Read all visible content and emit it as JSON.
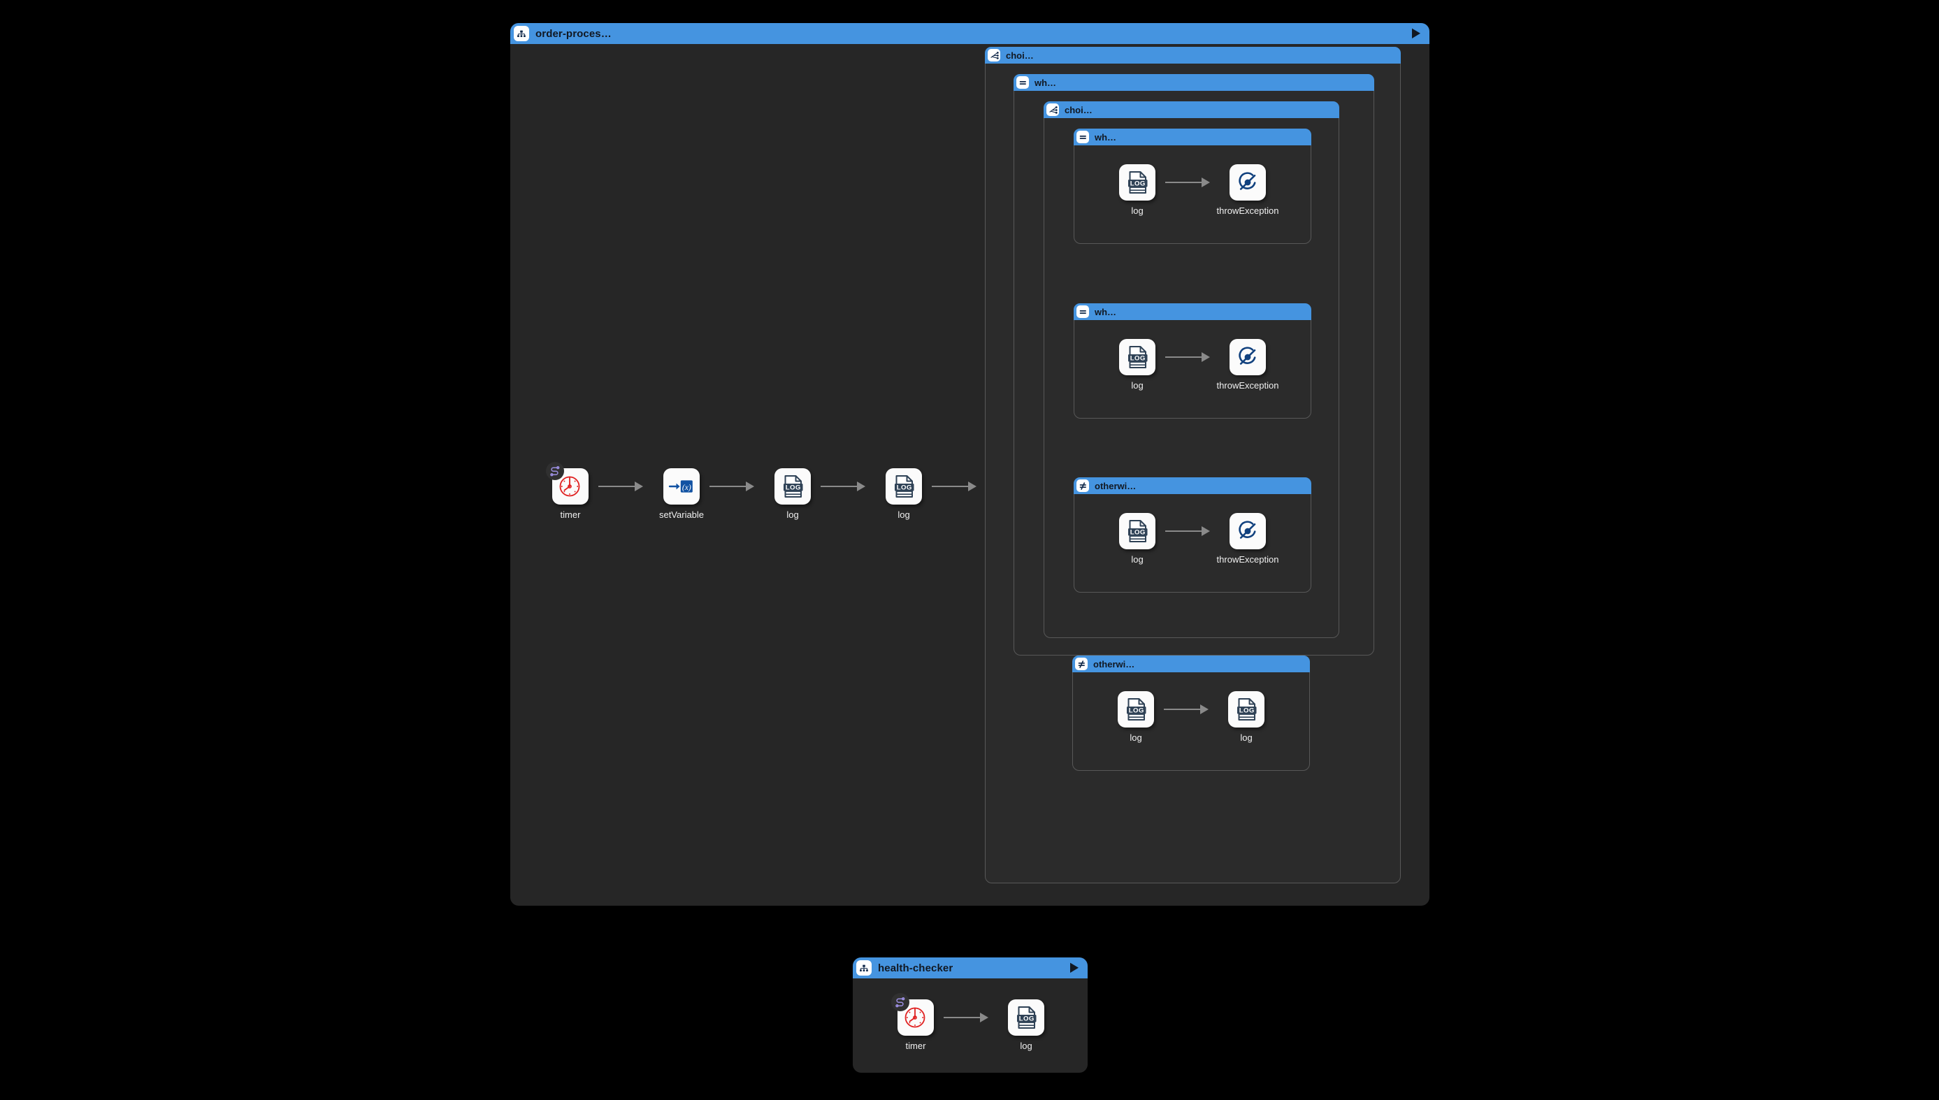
{
  "canvas": {
    "background": "#000000",
    "accent": "#4594e0",
    "window_bg": "#262626",
    "group_bg": "#2b2b2b",
    "connector_color": "#8a8a8a",
    "node_bg": "#fbfbfb"
  },
  "windows": [
    {
      "id": "order-processing",
      "title": "order-proces…",
      "icon": "route-icon",
      "play_label": "play-icon",
      "has_play": true
    },
    {
      "id": "health-checker",
      "title": "health-checker",
      "icon": "route-icon",
      "play_label": "play-icon",
      "has_play": true
    }
  ],
  "order_processing": {
    "title": "order-proces…",
    "main_flow": [
      {
        "label": "timer",
        "icon": "timer-icon",
        "badge": "route-badge-icon"
      },
      {
        "label": "setVariable",
        "icon": "setvariable-icon",
        "badge": null
      },
      {
        "label": "log",
        "icon": "log-icon",
        "badge": null
      },
      {
        "label": "log",
        "icon": "log-icon",
        "badge": null
      }
    ],
    "outer_choice": {
      "title": "choi…",
      "icon": "choice-icon",
      "branches": [
        {
          "id": "outer-when",
          "title": "wh…",
          "icon": "when-icon",
          "inner_choice": {
            "title": "choi…",
            "icon": "choice-icon",
            "branches": [
              {
                "id": "inner-when-1",
                "title": "wh…",
                "icon": "when-icon",
                "nodes": [
                  {
                    "label": "log",
                    "icon": "log-icon"
                  },
                  {
                    "label": "throwException",
                    "icon": "throwexception-icon"
                  }
                ]
              },
              {
                "id": "inner-when-2",
                "title": "wh…",
                "icon": "when-icon",
                "nodes": [
                  {
                    "label": "log",
                    "icon": "log-icon"
                  },
                  {
                    "label": "throwException",
                    "icon": "throwexception-icon"
                  }
                ]
              },
              {
                "id": "inner-otherwise",
                "title": "otherwi…",
                "icon": "otherwise-icon",
                "nodes": [
                  {
                    "label": "log",
                    "icon": "log-icon"
                  },
                  {
                    "label": "throwException",
                    "icon": "throwexception-icon"
                  }
                ]
              }
            ]
          }
        },
        {
          "id": "outer-otherwise",
          "title": "otherwi…",
          "icon": "otherwise-icon",
          "nodes": [
            {
              "label": "log",
              "icon": "log-icon"
            },
            {
              "label": "log",
              "icon": "log-icon"
            }
          ]
        }
      ]
    }
  },
  "health_checker": {
    "title": "health-checker",
    "nodes": [
      {
        "label": "timer",
        "icon": "timer-icon",
        "badge": "route-badge-icon"
      },
      {
        "label": "log",
        "icon": "log-icon",
        "badge": null
      }
    ]
  }
}
